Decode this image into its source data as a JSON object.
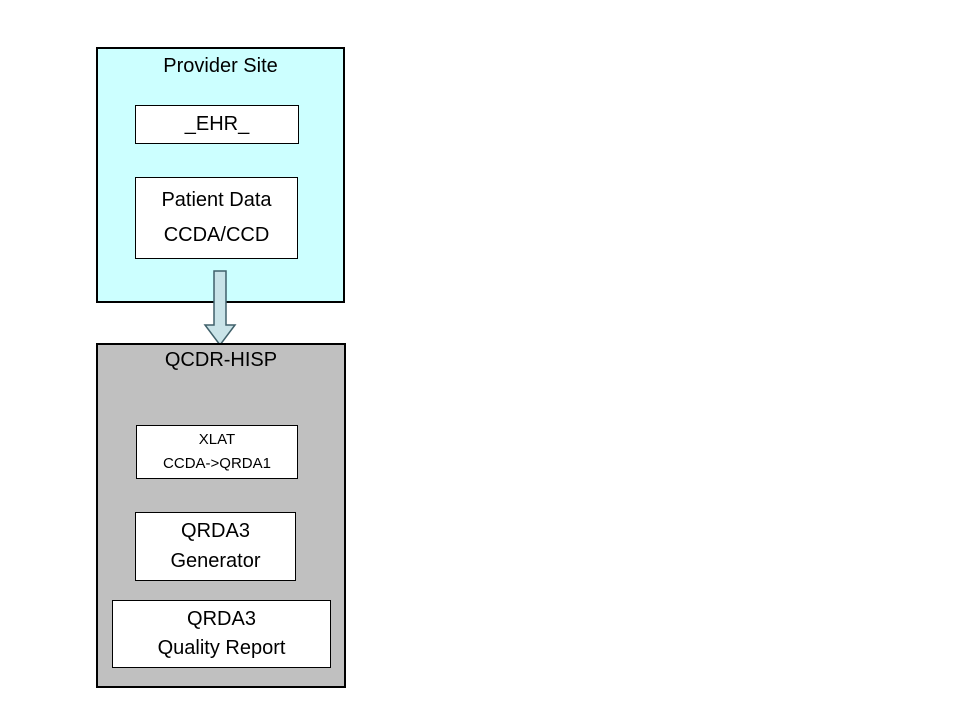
{
  "colors": {
    "provider_box_fill": "#ccffff",
    "qcdr_box_fill": "#c0c0c0",
    "inner_box_fill": "#ffffff",
    "border": "#000000",
    "arrow_fill": "#c9e3e8",
    "arrow_stroke": "#40606a"
  },
  "diagram": {
    "provider_site": {
      "title": "Provider Site",
      "ehr_label": "_EHR_",
      "patient_data": {
        "line1": "Patient Data",
        "line2": "CCDA/CCD"
      }
    },
    "arrow": {
      "direction": "down"
    },
    "qcdr_hisp": {
      "title": "QCDR-HISP",
      "xlat": {
        "line1": "XLAT",
        "line2": "CCDA->QRDA1"
      },
      "generator": {
        "line1": "QRDA3",
        "line2": "Generator"
      },
      "quality_report": {
        "line1": "QRDA3",
        "line2": "Quality Report"
      }
    }
  }
}
